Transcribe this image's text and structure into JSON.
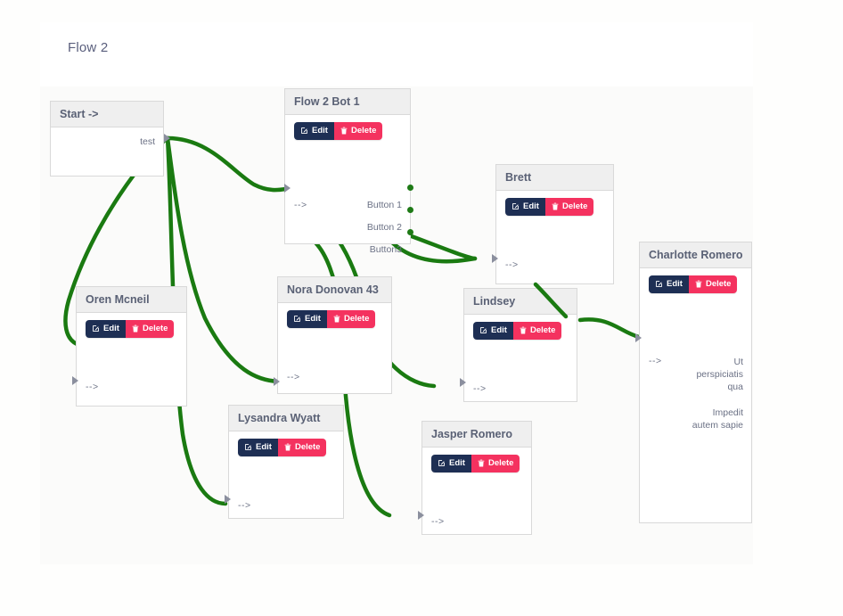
{
  "page": {
    "title": "Flow 2",
    "background": "#fefefd",
    "canvas_background": "#fbfbfa",
    "edge_color": "#1a7a11",
    "edit_color": "#1e2f54",
    "delete_color": "#f4325f"
  },
  "buttons": {
    "edit_label": "Edit",
    "delete_label": "Delete",
    "edit_icon": "pencil-square-icon",
    "delete_icon": "trash-icon"
  },
  "nodes": {
    "start": {
      "title": "Start ->",
      "output_label": "test"
    },
    "bot1": {
      "title": "Flow 2 Bot 1",
      "input_label": "-->",
      "outputs": [
        "Button 1",
        "Button 2",
        "Button3"
      ]
    },
    "oren": {
      "title": "Oren Mcneil",
      "input_label": "-->"
    },
    "nora": {
      "title": "Nora Donovan 43",
      "input_label": "-->"
    },
    "lysandra": {
      "title": "Lysandra Wyatt",
      "input_label": "-->"
    },
    "jasper": {
      "title": "Jasper Romero",
      "input_label": "-->"
    },
    "brett": {
      "title": "Brett",
      "input_label": "-->"
    },
    "lindsey": {
      "title": "Lindsey",
      "input_label": "-->"
    },
    "charlotte": {
      "title": "Charlotte Romero",
      "input_label": "-->",
      "outputs": [
        "Ut perspiciatis qua",
        "Impedit autem sapie"
      ]
    }
  }
}
